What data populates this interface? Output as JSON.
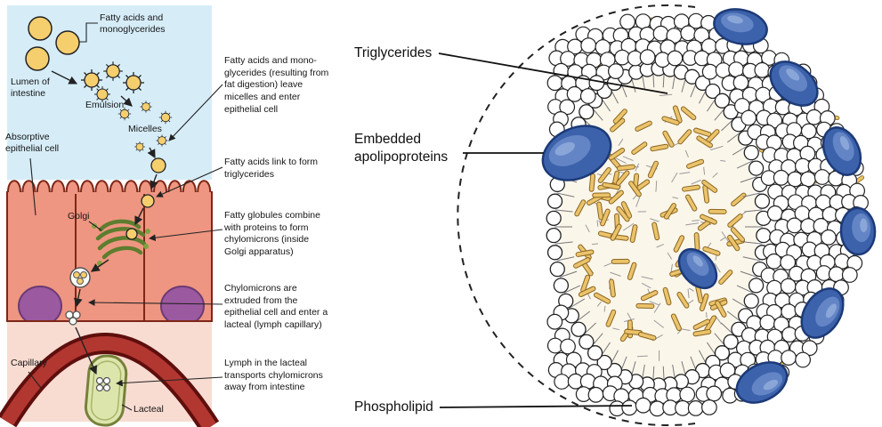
{
  "colors": {
    "lumen_blue": "#D6EDF8",
    "fat_yellow": "#F5CE6E",
    "cell_salmon": "#EE9681",
    "cell_outline": "#7E2617",
    "nucleus_purple": "#9B59A0",
    "nucleus_outline": "#6C3A74",
    "golgi_green": "#5D7D2F",
    "plasma_pink": "#F8DCD2",
    "capillary_red": "#B23730",
    "capillary_dark": "#5E0F0D",
    "lacteal_green": "#DCE6AC",
    "lacteal_outline": "#76813B",
    "apolipoprotein_blue": "#3D62AC",
    "apolipoprotein_dark": "#1C3A77",
    "triglyceride_yellow": "#EAC36B",
    "ink": "#231F20"
  },
  "left_panel": {
    "labels": {
      "fatty_acids_mono": "Fatty acids and\nmonoglycerides",
      "lumen": "Lumen of\nintestine",
      "emulsion": "Emulsion",
      "micelles": "Micelles",
      "absorptive_cell": "Absorptive\nepithelial cell",
      "golgi": "Golgi",
      "capillary": "Capillary",
      "lacteal": "Lacteal"
    },
    "annotations": [
      "Fatty acids and mono-glycerides (resulting from fat digestion) leave micelles and enter epithelial cell",
      "Fatty acids link to form triglycerides",
      "Fatty globules combine with proteins to form chylomicrons (inside Golgi apparatus)",
      "Chylomicrons are extruded from the epithelial cell and enter a lacteal (lymph capillary)",
      "Lymph in the lacteal transports chylomicrons away from intestine"
    ]
  },
  "right_panel": {
    "labels": {
      "triglycerides": "Triglycerides",
      "apolipoproteins": "Embedded\napolipoproteins",
      "phospholipid": "Phospholipid"
    }
  }
}
